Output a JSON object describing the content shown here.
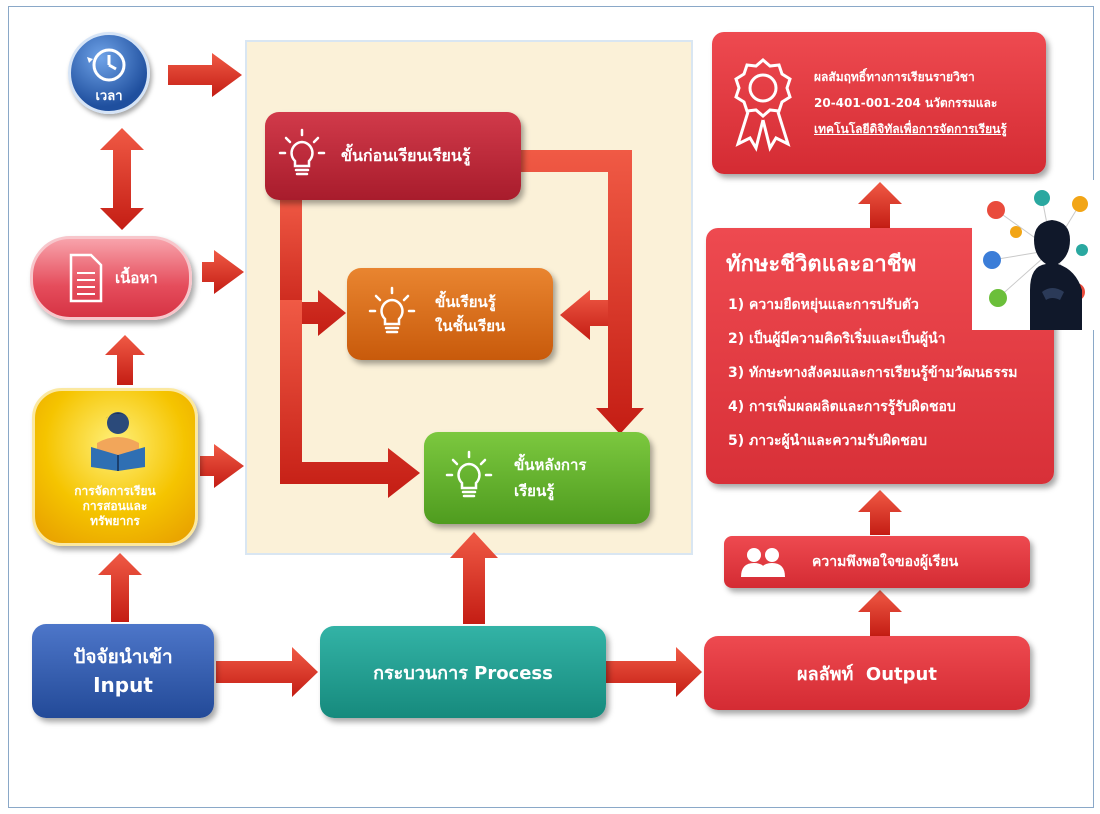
{
  "inputs": {
    "time_label": "เวลา",
    "content_label": "เนื้อหา",
    "resource_lines": [
      "การจัดการเรียน",
      "การสอนและ",
      "ทรัพยากร"
    ]
  },
  "process_steps": {
    "before_label": "ขั้นก่อนเรียนเรียนรู้",
    "during_lines": [
      "ขั้นเรียนรู้",
      "ในชั้นเรียน"
    ],
    "after_lines": [
      "ขั้นหลังการ",
      "เรียนรู้"
    ]
  },
  "bottom_flow": {
    "input_lines": [
      "ปัจจัยนำเข้า",
      "Input"
    ],
    "process_label": "กระบวนการ Process",
    "output_label": "ผลลัพท์  Output"
  },
  "outcomes": {
    "achievement_lines": [
      "ผลสัมฤทธิ์ทางการเรียนรายวิชา",
      "20-401-001-204 นวัตกรรมและ",
      "เทคโนโลยีดิจิทัลเพื่อการจัดการเรียนรู้"
    ],
    "skills_title": "ทักษะชีวิตและอาชีพ",
    "skills": [
      "1) ความยืดหยุ่นและการปรับตัว",
      "2) เป็นผู้มีความคิดริเริ่มและเป็นผู้นำ",
      "3) ทักษะทางสังคมและการเรียนรู้ข้ามวัฒนธรรม",
      "4) การเพิ่มผลผลิตและการรู้รับผิดชอบ",
      "5) ภาวะผู้นำและความรับผิดชอบ"
    ],
    "satisfaction_label": "ความพึงพอใจของผู้เรียน"
  },
  "colors": {
    "arrow": "#e8281f",
    "red_box": "#e5363d",
    "crimson_box": "#b5202e",
    "orange_box": "#d9670f",
    "green_box": "#5fb32a",
    "teal_box": "#1f9c8f",
    "blue_box": "#2d57a8",
    "yellow_box": "#f2b705",
    "pink_box": "#ee5a6b",
    "panel_bg": "#fbf1d8"
  },
  "icons": [
    "clock-icon",
    "document-icon",
    "reading-student-icon",
    "lightbulb-icon",
    "award-ribbon-icon",
    "people-icon",
    "person-network-illustration"
  ]
}
